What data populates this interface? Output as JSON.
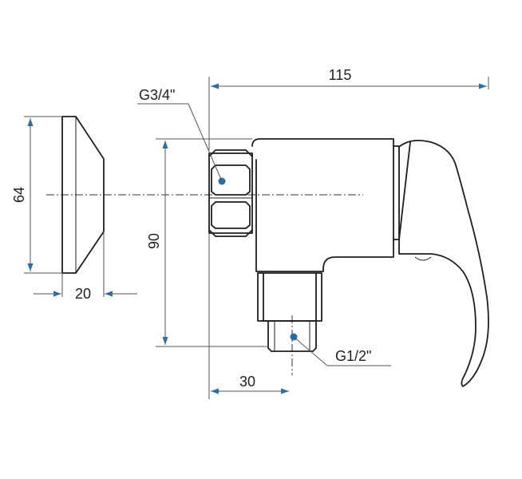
{
  "dimensions": {
    "width_overall": "115",
    "height_escutcheon": "64",
    "depth_escutcheon": "20",
    "height_inlet": "90",
    "offset_outlet": "30"
  },
  "threads": {
    "inlet": "G3/4\"",
    "outlet": "G1/2\""
  },
  "colors": {
    "accent": "#2a6ea6",
    "line": "#1f1f1f"
  }
}
